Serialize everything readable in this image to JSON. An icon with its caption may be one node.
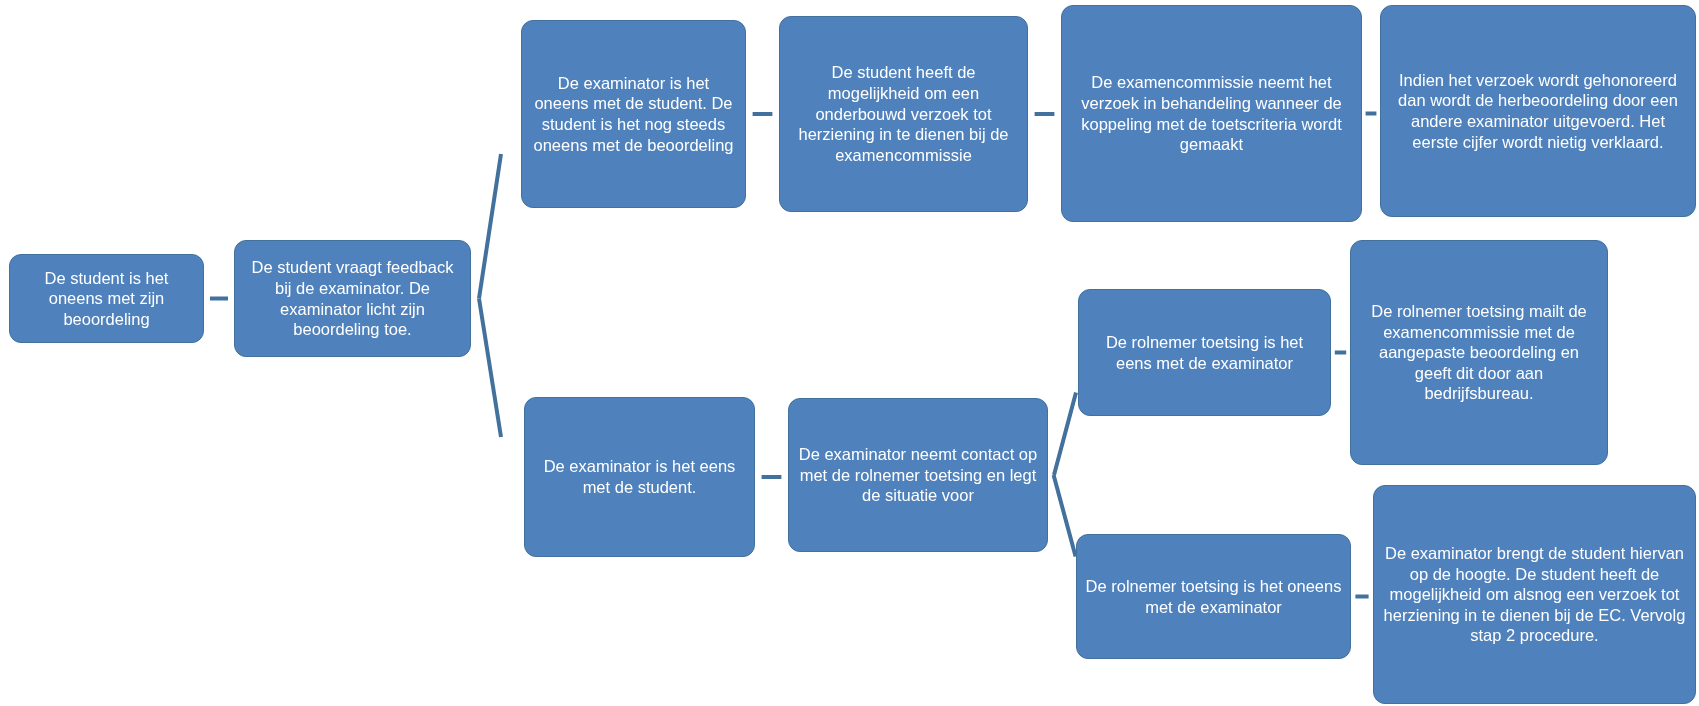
{
  "diagram": {
    "nodes": [
      {
        "text": [
          "De student is het oneens met zijn beoordeling"
        ]
      },
      {
        "text": [
          "De student vraagt feedback bij de examinator. De examinator licht zijn beoordeling toe."
        ]
      },
      {
        "text": [
          "De examinator is het oneens met de student. De student is het nog steeds oneens met de beoordeling"
        ]
      },
      {
        "text": [
          "De student heeft de mogelijkheid om een onderbouwd verzoek tot herziening in te dienen bij de examencommissie"
        ]
      },
      {
        "text": [
          "De examencommissie neemt het verzoek in behandeling wanneer de koppeling met de toetscriteria wordt gemaakt"
        ]
      },
      {
        "text": [
          "Indien het verzoek wordt gehonoreerd dan wordt de herbeoordeling door een andere examinator uitgevoerd. Het eerste cijfer wordt nietig verklaard."
        ]
      },
      {
        "text": [
          "De examinator is het eens met de student."
        ]
      },
      {
        "text": [
          "De examinator neemt contact op met de rolnemer toetsing en legt de situatie voor"
        ]
      },
      {
        "text": [
          "De rolnemer toetsing is het eens met de examinator"
        ]
      },
      {
        "text": [
          "De rolnemer toetsing mailt de examencommissie met de aangepaste beoordeling en geeft dit door aan bedrijfsbureau."
        ]
      },
      {
        "text": [
          "De rolnemer toetsing is het oneens met de examinator"
        ]
      },
      {
        "text": [
          "De examinator brengt de student hiervan op de hoogte. De student heeft de mogelijkheid om alsnog een verzoek tot herziening in te dienen bij de EC. Vervolg stap 2 procedure."
        ]
      }
    ],
    "edges": [
      {
        "from": 0,
        "to": 1,
        "arrow": "none"
      },
      {
        "from": 1,
        "to": 2,
        "arrow": "none"
      },
      {
        "from": 1,
        "to": 6,
        "arrow": "none"
      },
      {
        "from": 2,
        "to": 3,
        "arrow": "none"
      },
      {
        "from": 3,
        "to": 4,
        "arrow": "none"
      },
      {
        "from": 4,
        "to": 5,
        "arrow": "none"
      },
      {
        "from": 6,
        "to": 7,
        "arrow": "none"
      },
      {
        "from": 7,
        "to": 8,
        "arrow": "none"
      },
      {
        "from": 7,
        "to": 10,
        "arrow": "none"
      },
      {
        "from": 8,
        "to": 9,
        "arrow": "none"
      },
      {
        "from": 10,
        "to": 11,
        "arrow": "none"
      }
    ]
  }
}
